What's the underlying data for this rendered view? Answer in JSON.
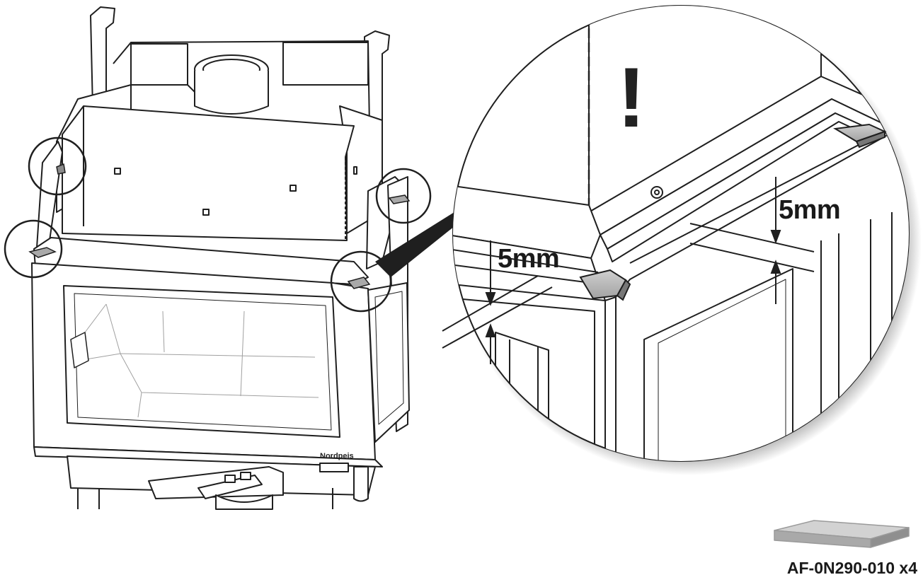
{
  "diagram": {
    "brand_label": "Nordpeis",
    "warning_symbol": "!",
    "dimension_top": "5mm",
    "dimension_left": "5mm",
    "part_code": "AF-0N290-010 x4"
  },
  "colors": {
    "line": "#1f1f1f",
    "pad": "#b5b5b5",
    "pad_dark": "#8a8a8a",
    "background": "#ffffff"
  }
}
